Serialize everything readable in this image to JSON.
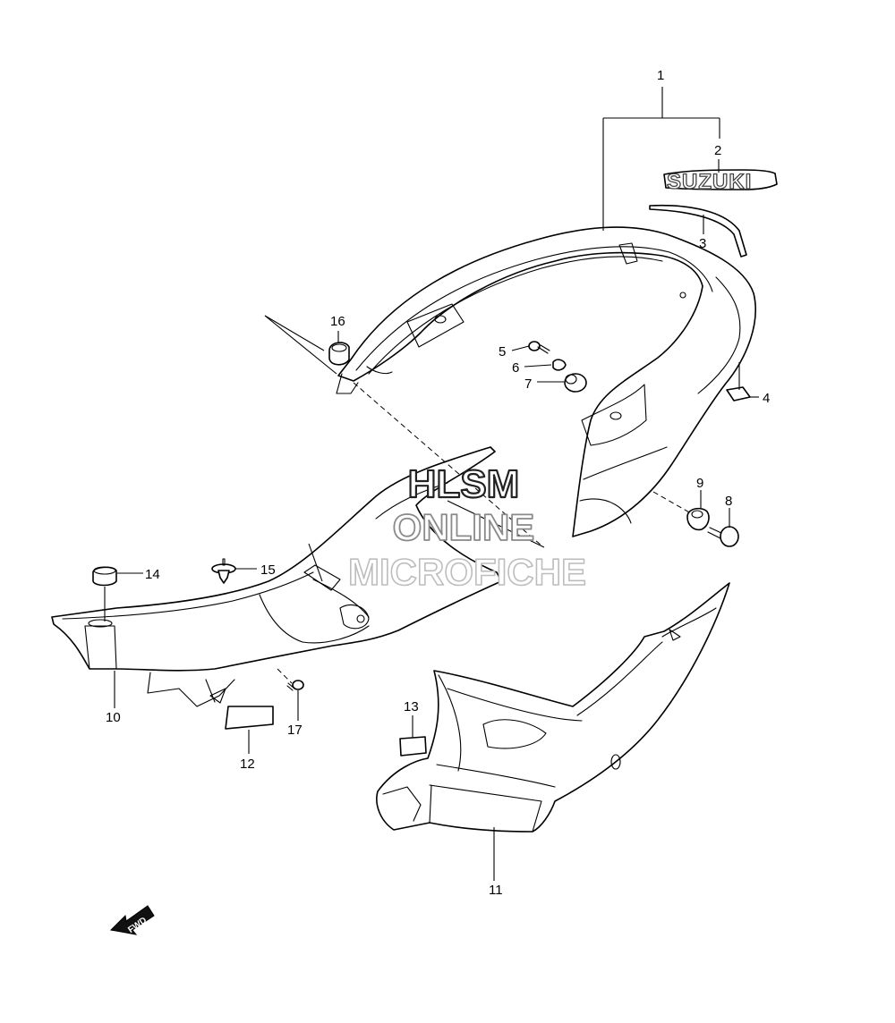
{
  "callouts": {
    "c1": "1",
    "c2": "2",
    "c3": "3",
    "c4": "4",
    "c5": "5",
    "c6": "6",
    "c7": "7",
    "c8": "8",
    "c9": "9",
    "c10": "10",
    "c11": "11",
    "c12": "12",
    "c13": "13",
    "c14": "14",
    "c15": "15",
    "c16": "16",
    "c17": "17"
  },
  "emblem": {
    "text": "SUZUKI"
  },
  "fwd_arrow": {
    "text": "FWD"
  },
  "watermark": {
    "line1": "HLSM",
    "line2": "ONLINE",
    "line3": "MICROFICHE",
    "color_line1": "#222222",
    "color_line2": "#8a8a8a",
    "color_line3": "#bdbdbd"
  }
}
